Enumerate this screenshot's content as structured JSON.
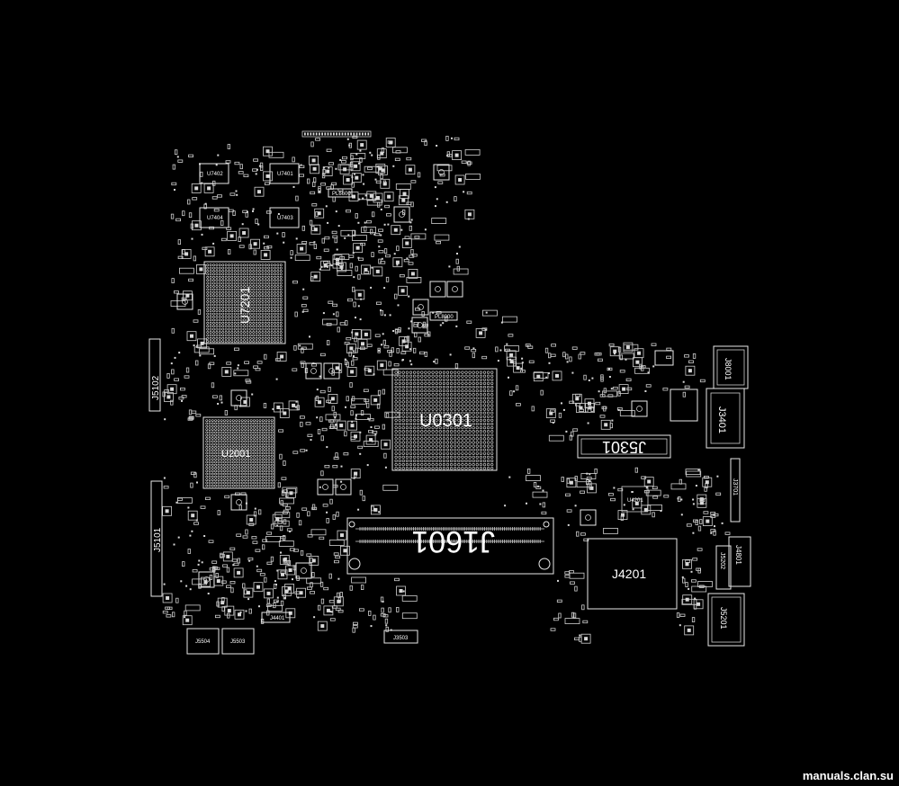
{
  "labels": {
    "u0301": "U0301",
    "j1601": "J1601",
    "u7201": "U7201",
    "u2001": "U2001",
    "j5301": "J5301",
    "j4201": "J4201",
    "j8001": "J8001",
    "j3401": "J3401",
    "j5101": "J5101",
    "j5102": "J5102",
    "j5201": "J5201",
    "j4801": "J4801",
    "j5202": "J5202",
    "j4401": "J4401",
    "j3503": "J3503",
    "j5504": "J5504",
    "j5503": "J5503",
    "j3701": "J3701",
    "j4201s": "U4201",
    "u7402": "U7402",
    "u7401": "U7401",
    "u7403": "U7403",
    "u7404": "U7404",
    "pl6600": "PL6600",
    "pl8000": "PL8000"
  },
  "watermark": "manuals.clan.su"
}
